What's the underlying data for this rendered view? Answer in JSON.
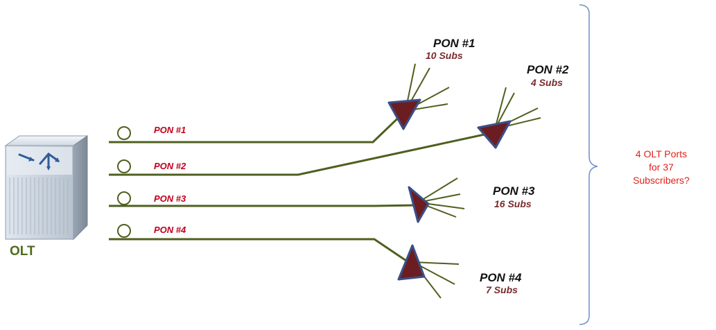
{
  "olt": {
    "label": "OLT"
  },
  "ports": [
    {
      "label": "PON #1"
    },
    {
      "label": "PON #2"
    },
    {
      "label": "PON #3"
    },
    {
      "label": "PON #4"
    }
  ],
  "splitters": [
    {
      "pon_label": "PON #1",
      "subs_label": "10 Subs"
    },
    {
      "pon_label": "PON #2",
      "subs_label": "4 Subs"
    },
    {
      "pon_label": "PON #3",
      "subs_label": "16 Subs"
    },
    {
      "pon_label": "PON #4",
      "subs_label": "7 Subs"
    }
  ],
  "summary": {
    "line1": "4 OLT Ports",
    "line2": "for 37",
    "line3": "Subscribers?"
  },
  "colors": {
    "fiber": "#4f5f1f",
    "port_label": "#c0001a",
    "splitter_fill": "#6b1d22",
    "splitter_edge": "#3b4f86",
    "subs_label": "#7a2b2b",
    "olt_label": "#4f6b1c",
    "brace": "#6e8fc6",
    "summary": "#e0201b"
  }
}
